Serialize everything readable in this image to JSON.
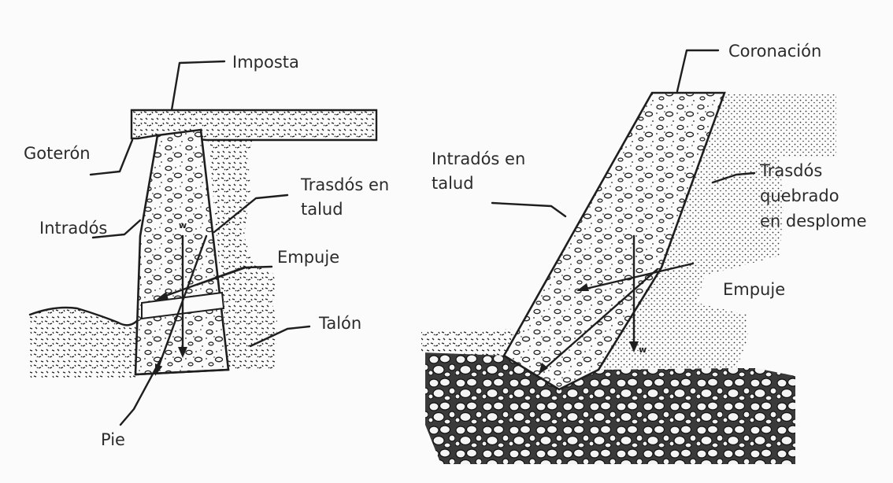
{
  "left_wall": {
    "labels": {
      "imposta": "Imposta",
      "goteron": "Goterón",
      "intrados": "Intradós",
      "trasdos_line1": "Trasdós en",
      "trasdos_line2": "talud",
      "empuje": "Empuje",
      "talon": "Talón",
      "pie": "Pie",
      "weight": "w"
    }
  },
  "right_wall": {
    "labels": {
      "coronacion": "Coronación",
      "intrados_line1": "Intradós en",
      "intrados_line2": "talud",
      "trasdos_line1": "Trasdós",
      "trasdos_line2": "quebrado",
      "trasdos_line3": "en desplome",
      "empuje": "Empuje",
      "weight": "w"
    }
  },
  "colors": {
    "ink": "#1e1e1e",
    "paper": "#fbfbfb"
  }
}
